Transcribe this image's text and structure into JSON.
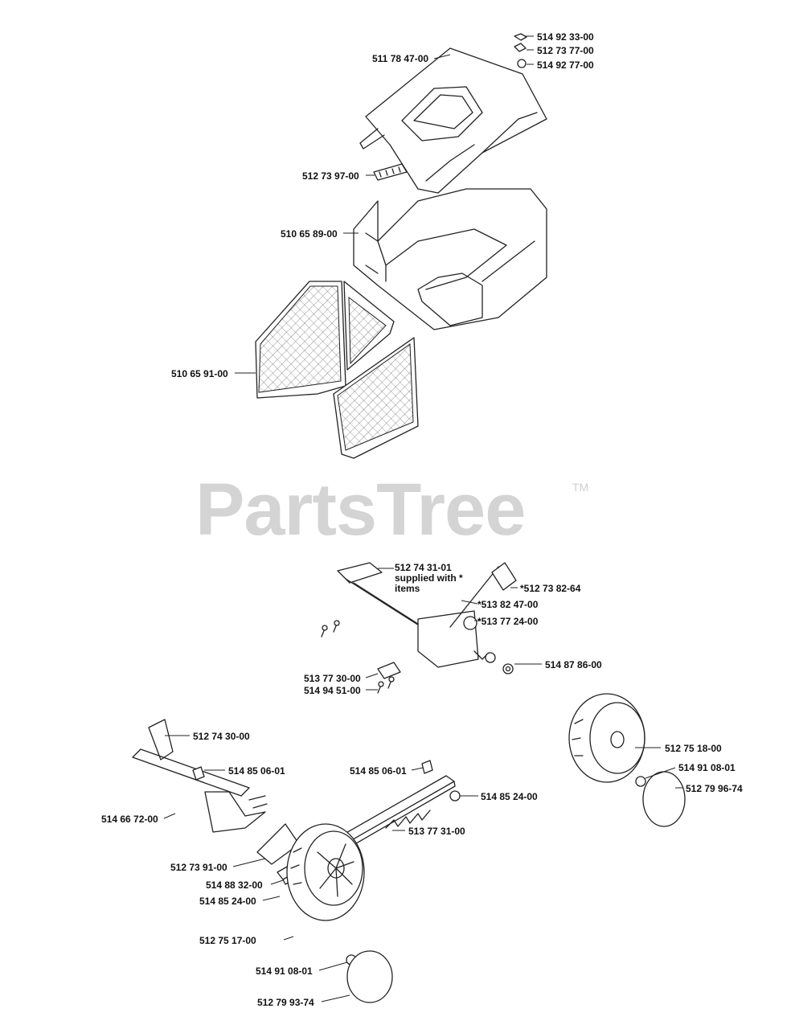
{
  "watermark": {
    "text": "PartsTree",
    "trademark": "TM"
  },
  "part_labels": [
    {
      "id": "p01",
      "text": "514 92 33-00"
    },
    {
      "id": "p02",
      "text": "512 73 77-00"
    },
    {
      "id": "p03",
      "text": "514 92 77-00"
    },
    {
      "id": "p04",
      "text": "511 78 47-00"
    },
    {
      "id": "p05",
      "text": "512 73 97-00"
    },
    {
      "id": "p06",
      "text": "510 65 89-00"
    },
    {
      "id": "p07",
      "text": "510 65 91-00"
    },
    {
      "id": "p08",
      "text": "512 74 31-01 supplied with * items"
    },
    {
      "id": "p09",
      "text": "*512 73 82-64"
    },
    {
      "id": "p10",
      "text": "*513 82 47-00"
    },
    {
      "id": "p11",
      "text": "*513 77 24-00"
    },
    {
      "id": "p12",
      "text": "514 87 86-00"
    },
    {
      "id": "p13",
      "text": "513 77 30-00"
    },
    {
      "id": "p14",
      "text": "514 94 51-00"
    },
    {
      "id": "p15",
      "text": "512 74 30-00"
    },
    {
      "id": "p16",
      "text": "514 85 06-01"
    },
    {
      "id": "p17",
      "text": "514 85 06-01"
    },
    {
      "id": "p18",
      "text": "514 66 72-00"
    },
    {
      "id": "p19",
      "text": "514 85 24-00"
    },
    {
      "id": "p20",
      "text": "513 77 31-00"
    },
    {
      "id": "p21",
      "text": "512 73 91-00"
    },
    {
      "id": "p22",
      "text": "514 88 32-00"
    },
    {
      "id": "p23",
      "text": "514 85 24-00"
    },
    {
      "id": "p24",
      "text": "512 75 17-00"
    },
    {
      "id": "p25",
      "text": "514 91 08-01"
    },
    {
      "id": "p26",
      "text": "512 79 93-74"
    },
    {
      "id": "p27",
      "text": "512 75 18-00"
    },
    {
      "id": "p28",
      "text": "514 91 08-01"
    },
    {
      "id": "p29",
      "text": "512 79 96-74"
    }
  ]
}
